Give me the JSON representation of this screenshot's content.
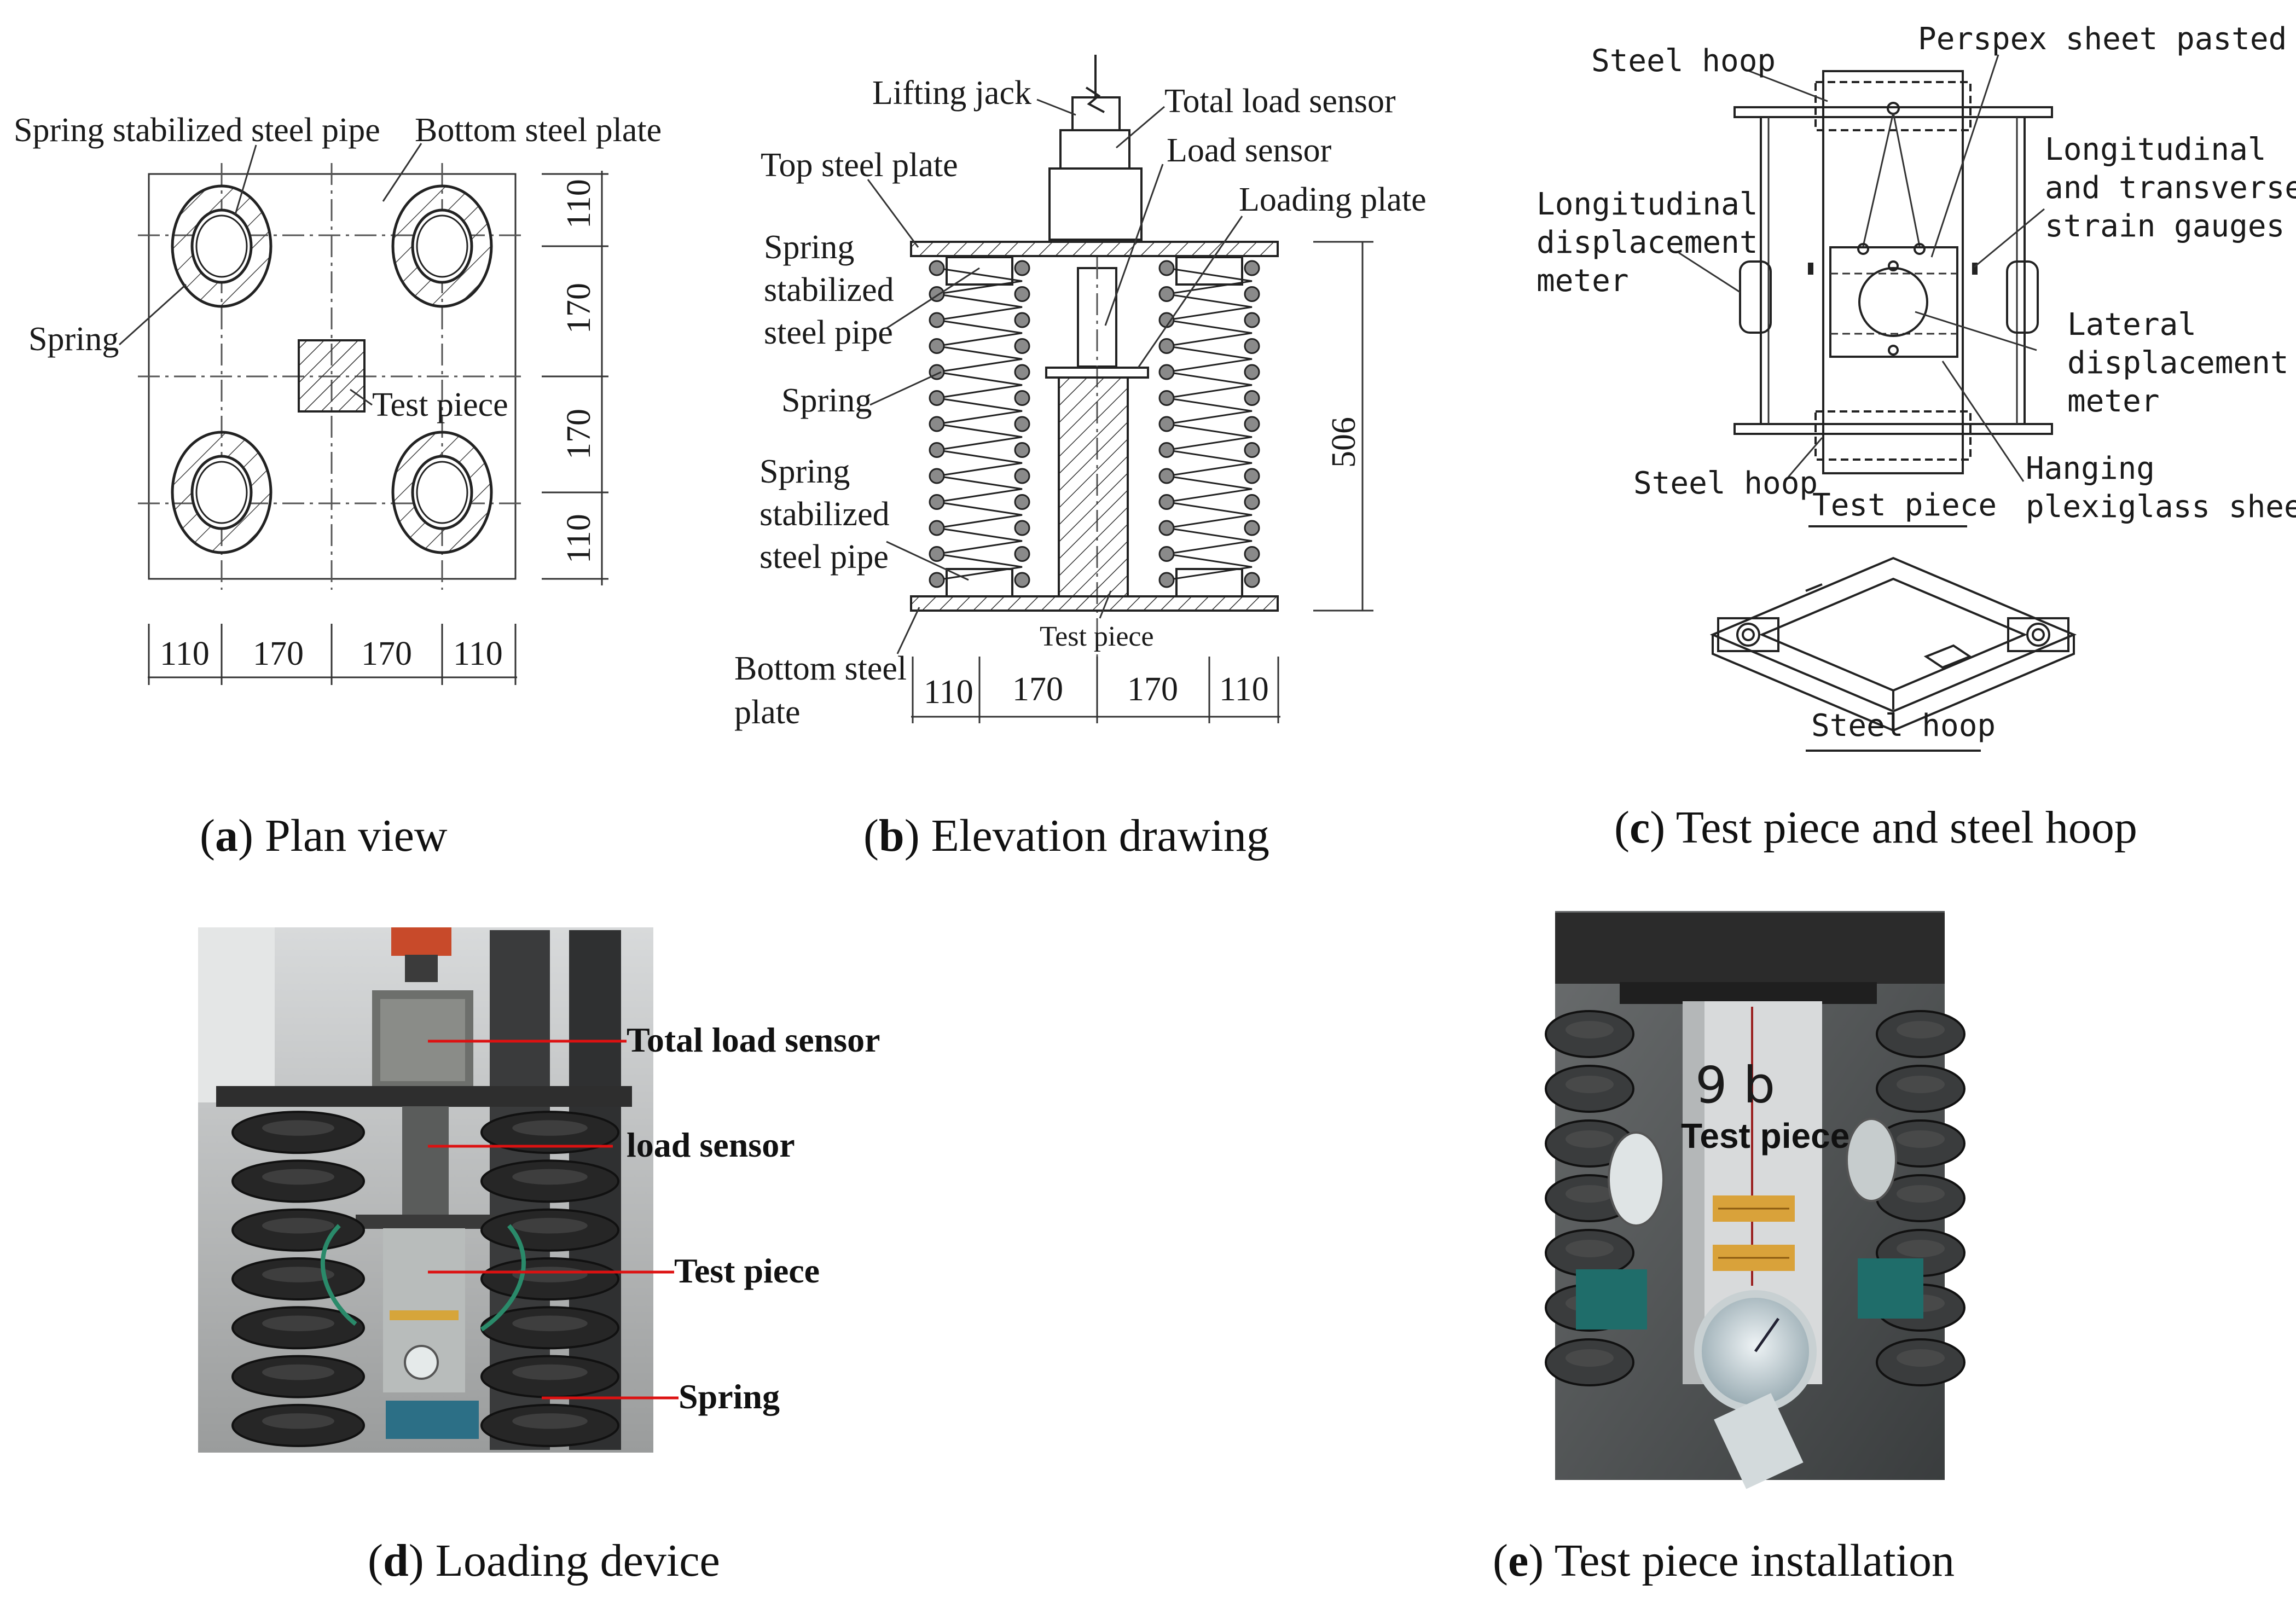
{
  "panel_a": {
    "labels": {
      "spring_pipe": "Spring stabilized steel pipe",
      "bottom_plate": "Bottom steel plate",
      "spring": "Spring",
      "test_piece": "Test piece"
    },
    "dims_bottom": [
      "110",
      "170",
      "170",
      "110"
    ],
    "dims_right": [
      "110",
      "170",
      "170",
      "110"
    ],
    "caption_letter": "a",
    "caption_text": ") Plan view",
    "caption_open": "("
  },
  "panel_b": {
    "labels": {
      "lifting_jack": "Lifting jack",
      "total_load_sensor": "Total load sensor",
      "top_plate": "Top steel plate",
      "load_sensor": "Load sensor",
      "loading_plate": "Loading plate",
      "spring_pipe_1": "Spring",
      "spring_pipe_2": "stabilized",
      "spring_pipe_3": "steel pipe",
      "spring": "Spring",
      "spring_pipe_b1": "Spring",
      "spring_pipe_b2": "stabilized",
      "spring_pipe_b3": "steel pipe",
      "test_piece": "Test piece",
      "bottom_plate_1": "Bottom steel",
      "bottom_plate_2": "plate"
    },
    "dim_height": "506",
    "dims_bottom": [
      "110",
      "170",
      "170",
      "110"
    ],
    "caption_letter": "b",
    "caption_text": ") Elevation drawing",
    "caption_open": "("
  },
  "panel_c": {
    "labels": {
      "steel_hoop_top": "Steel hoop",
      "perspex": "Perspex sheet pasted",
      "long_trans_1": "Longitudinal",
      "long_trans_2": "and transverse",
      "long_trans_3": "strain gauges",
      "long_disp_1": "Longitudinal",
      "long_disp_2": "displacement",
      "long_disp_3": "meter",
      "lat_disp_1": "Lateral",
      "lat_disp_2": "displacement",
      "lat_disp_3": "meter",
      "steel_hoop_bottom": "Steel hoop",
      "test_piece": "Test piece",
      "hanging_1": "Hanging",
      "hanging_2": "plexiglass sheet",
      "steel_hoop_iso": "Steel hoop"
    },
    "caption_letter": "c",
    "caption_text": ") Test piece and steel hoop",
    "caption_open": "("
  },
  "panel_d": {
    "labels": {
      "total_load_sensor": "Total load sensor",
      "load_sensor": "load sensor",
      "test_piece": "Test piece",
      "spring": "Spring"
    },
    "caption_letter": "d",
    "caption_text": ") Loading device",
    "caption_open": "("
  },
  "panel_e": {
    "labels": {
      "test_piece": "Test piece",
      "handwritten": "9 b"
    },
    "caption_letter": "e",
    "caption_text": ") Test piece installation",
    "caption_open": "("
  },
  "colors": {
    "line": "#222222",
    "callout_red": "#dd1111",
    "photo_dark": "#2a2a2a",
    "photo_bg": "#c8cbcc",
    "strain_gauge": "#d6a53a"
  }
}
